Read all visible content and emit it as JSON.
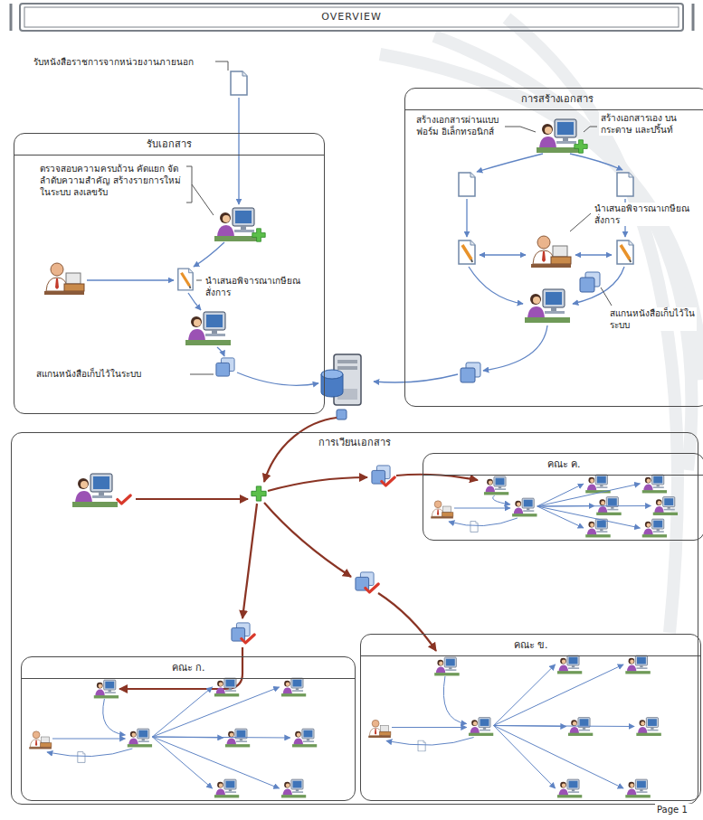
{
  "diagram": {
    "title": "OVERVIEW",
    "nodes": [
      {
        "text": [
          "รับเอกสาร"
        ]
      },
      {
        "text": [
          "การสร้างเอกสาร"
        ]
      },
      {
        "text": [
          "การเวียนเอกสาร"
        ]
      },
      {
        "text": [
          "คณะ ค."
        ],
        "in": 2
      },
      {
        "text": [
          "คณะ ก."
        ],
        "in": 2
      },
      {
        "text": [
          "คณะ ข."
        ],
        "in": 2
      }
    ],
    "labels": [
      "รับหนังสือราชการจากหน่วยงานภายนอก",
      "ตรวจสอบความครบถ้วน คัดแยก จัดลำดับความสำคัญ สร้างรายการใหม่ในระบบ ลงเลขรับ",
      "นำเสนอพิจารณาเกษียณสั่งการ",
      "สแกนหนังสือเก็บไว้ในระบบ",
      "สร้างเอกสารผ่านแบบฟอร์ม อิเล็กทรอนิกส์",
      "สร้างเอกสารเอง บนกระดาษ และปริ้นท์",
      "นำเสนอพิจารณาเกษียณสั่งการ",
      "สแกนหนังสือเก็บไว้ในระบบ",
      "Page 1"
    ]
  }
}
